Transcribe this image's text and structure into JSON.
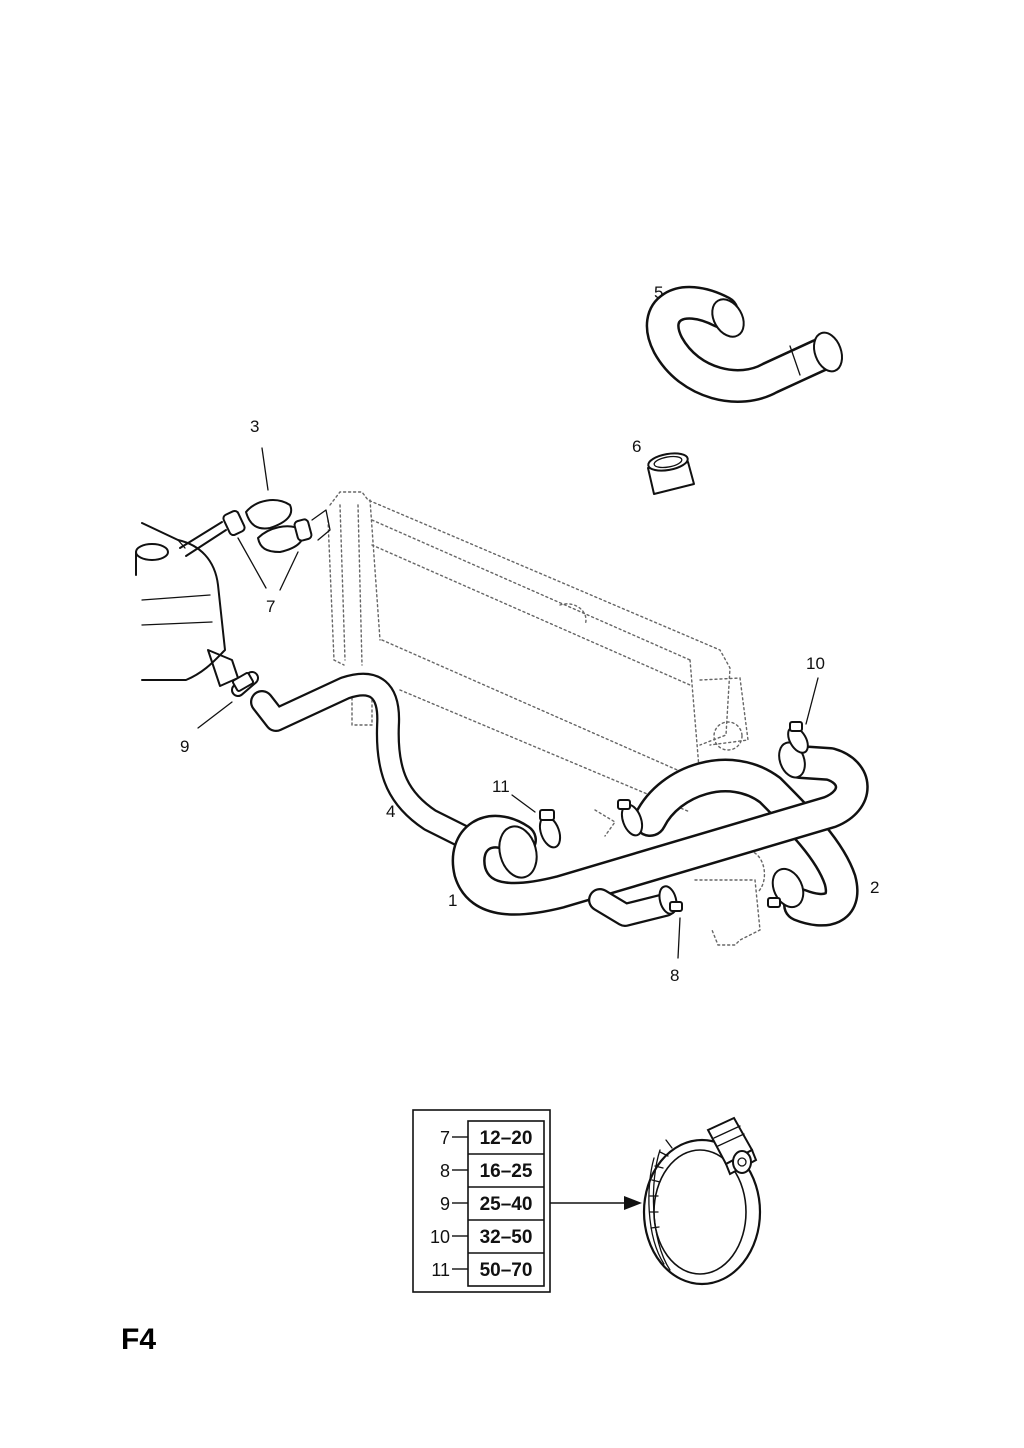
{
  "callouts": {
    "c1": "1",
    "c2": "2",
    "c3": "3",
    "c4": "4",
    "c5": "5",
    "c6": "6",
    "c7": "7",
    "c8": "8",
    "c9": "9",
    "c10": "10",
    "c11": "11"
  },
  "clamp_table": {
    "rows": [
      {
        "num": "7",
        "range": "12–20"
      },
      {
        "num": "8",
        "range": "16–25"
      },
      {
        "num": "9",
        "range": "25–40"
      },
      {
        "num": "10",
        "range": "32–50"
      },
      {
        "num": "11",
        "range": "50–70"
      }
    ]
  },
  "page_code": "F4"
}
